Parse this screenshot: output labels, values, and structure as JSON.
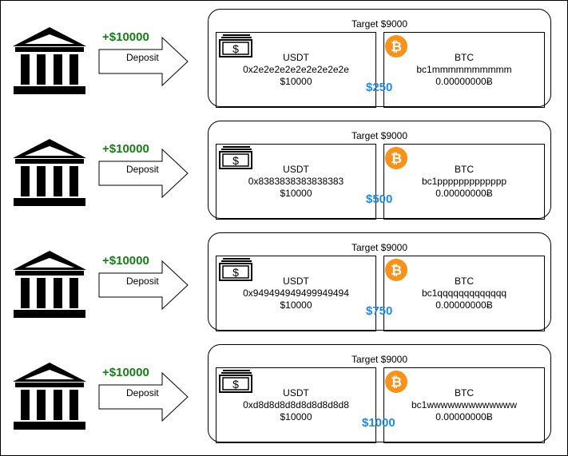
{
  "rows": [
    {
      "amount": "+$10000",
      "deposit": "Deposit",
      "target": "Target $9000",
      "usdt": {
        "label": "USDT",
        "address": "0x2e2e2e2e2e2e2e2e2e",
        "balance": "$10000"
      },
      "btc": {
        "label": "BTC",
        "address": "bc1mmmmmmmmmm",
        "balance": "0.00000000Ƀ"
      },
      "fee": "$250"
    },
    {
      "amount": "+$10000",
      "deposit": "Deposit",
      "target": "Target $9000",
      "usdt": {
        "label": "USDT",
        "address": "0x8383838383838383",
        "balance": "$10000"
      },
      "btc": {
        "label": "BTC",
        "address": "bc1ppppppppppppp",
        "balance": "0.00000000Ƀ"
      },
      "fee": "$500"
    },
    {
      "amount": "+$10000",
      "deposit": "Deposit",
      "target": "Target $9000",
      "usdt": {
        "label": "USDT",
        "address": "0x949494949499949494",
        "balance": "$10000"
      },
      "btc": {
        "label": "BTC",
        "address": "bc1qqqqqqqqqqqqq",
        "balance": "0.00000000Ƀ"
      },
      "fee": "$750"
    },
    {
      "amount": "+$10000",
      "deposit": "Deposit",
      "target": "Target $9000",
      "usdt": {
        "label": "USDT",
        "address": "0xd8d8d8d8d8d8d8d8d8",
        "balance": "$10000"
      },
      "btc": {
        "label": "BTC",
        "address": "bc1wwwwwwwwwwwww",
        "balance": "0.00000000Ƀ"
      },
      "fee": "$1000"
    }
  ],
  "icons": {
    "bank": "bank-icon",
    "cash": "cash-icon",
    "bitcoin": "bitcoin-icon"
  },
  "colors": {
    "amount": "#1a7a1a",
    "fee": "#1e88e5",
    "bitcoin": "#f7931a"
  }
}
